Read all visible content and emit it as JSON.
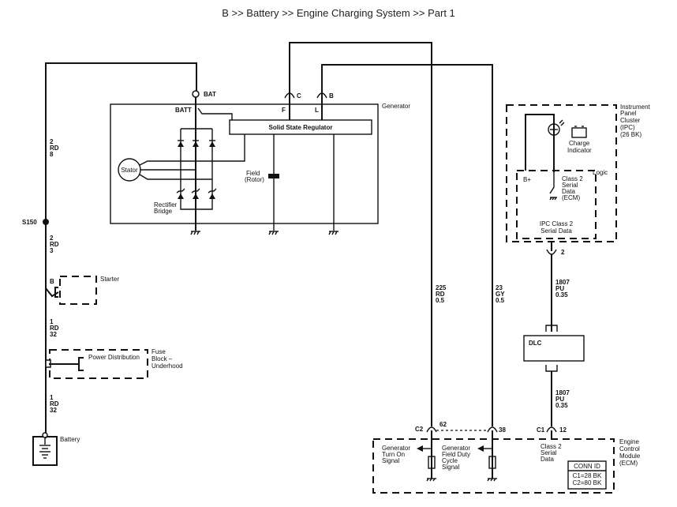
{
  "title": "B >> Battery >> Engine Charging System >> Part 1",
  "generator": {
    "label": "Generator",
    "bat_terminal": "BAT",
    "batt_internal": "BATT",
    "regulator": "Solid State Regulator",
    "field_terminal": "F",
    "l_terminal": "L",
    "connector_c": "C",
    "connector_b": "B",
    "stator": "Stator",
    "rectifier": [
      "Rectifier",
      "Bridge"
    ],
    "field": [
      "Field",
      "(Rotor)"
    ]
  },
  "wires": {
    "upper_left": [
      "2",
      "RD",
      "8"
    ],
    "splice": "S150",
    "below_splice": [
      "2",
      "RD",
      "3"
    ],
    "starter_terminal": "B",
    "starter_to_fuse": [
      "1",
      "RD",
      "32"
    ],
    "fuse_to_battery": [
      "1",
      "RD",
      "32"
    ],
    "gen_turn_on": [
      "225",
      "RD",
      "0.5"
    ],
    "field_duty": [
      "23",
      "GY",
      "0.5"
    ],
    "ipc_to_dlc": [
      "1807",
      "PU",
      "0.35"
    ],
    "dlc_to_ecm": [
      "1807",
      "PU",
      "0.35"
    ]
  },
  "starter": {
    "label": "Starter"
  },
  "fuse_block": {
    "inner_label": "Power Distribution",
    "label": [
      "Fuse",
      "Block –",
      "Underhood"
    ]
  },
  "battery": {
    "label": "Battery"
  },
  "ipc": {
    "label": [
      "Instrument",
      "Panel",
      "Cluster",
      "(IPC)",
      "(26 BK)"
    ],
    "charge_indicator": [
      "Charge",
      "Indicator"
    ],
    "logic": "Logic",
    "b_plus": "B+",
    "class2_ecm": [
      "Class 2",
      "Serial",
      "Data",
      "(ECM)"
    ],
    "ipc_class2": [
      "IPC Class 2",
      "Serial Data"
    ],
    "pin": "2"
  },
  "dlc": {
    "label": "DLC"
  },
  "ecm": {
    "label": [
      "Engine",
      "Control",
      "Module",
      "(ECM)"
    ],
    "c2_connector": "C2",
    "pin_62": "62",
    "pin_38": "38",
    "c1_connector": "C1",
    "pin_12": "12",
    "gen_turn_on": [
      "Generator",
      "Turn On",
      "Signal"
    ],
    "field_duty": [
      "Generator",
      "Field Duty",
      "Cycle",
      "Signal"
    ],
    "class2": [
      "Class 2",
      "Serial",
      "Data"
    ],
    "conn_id_header": "CONN ID",
    "conn_id_rows": [
      "C1=28 BK",
      "C2=80 BK"
    ]
  }
}
